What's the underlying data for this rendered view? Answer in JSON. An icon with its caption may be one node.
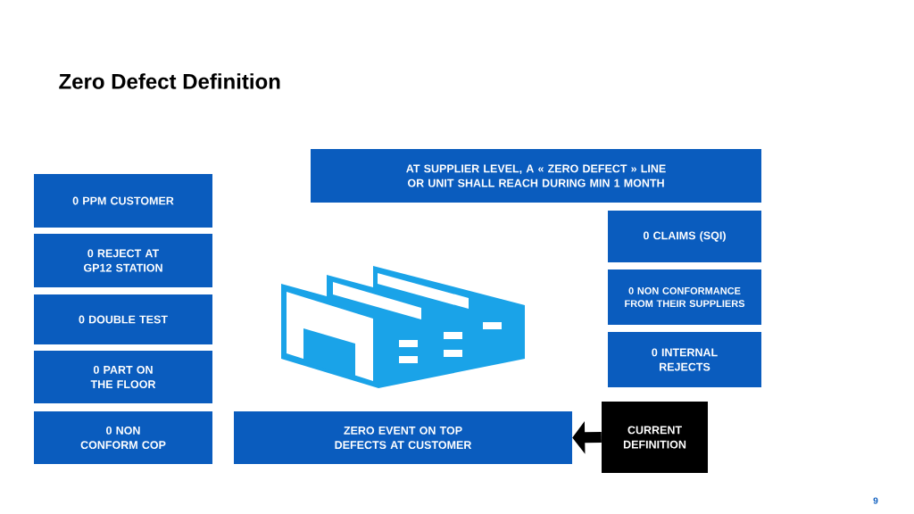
{
  "diagram": {
    "title": "Zero Defect Definition",
    "nodes": [
      {
        "text": [
          "0 PPM CUSTOMER"
        ]
      },
      {
        "text": [
          "0 REJECT AT GP12 STATION"
        ]
      },
      {
        "text": [
          "0 DOUBLE TEST"
        ]
      },
      {
        "text": [
          "0 PART ON THE FLOOR"
        ]
      },
      {
        "text": [
          "0 NON CONFORM COP"
        ]
      },
      {
        "text": [
          "AT SUPPLIER LEVEL, A « ZERO DEFECT » LINE OR UNIT SHALL REACH DURING MIN 1 MONTH"
        ]
      },
      {
        "text": [
          "0 CLAIMS (SQI)"
        ]
      },
      {
        "text": [
          "0 NON CONFORMANCE FROM THEIR SUPPLIERS"
        ]
      },
      {
        "text": [
          "0 INTERNAL REJECTS"
        ]
      },
      {
        "text": [
          "ZERO EVENT ON TOP DEFECTS AT CUSTOMER"
        ]
      },
      {
        "text": [
          "CURRENT DEFINITION"
        ]
      }
    ],
    "edges": [
      {
        "from": 10,
        "to": 9,
        "arrow": "to"
      }
    ],
    "labels": [
      "9"
    ]
  }
}
